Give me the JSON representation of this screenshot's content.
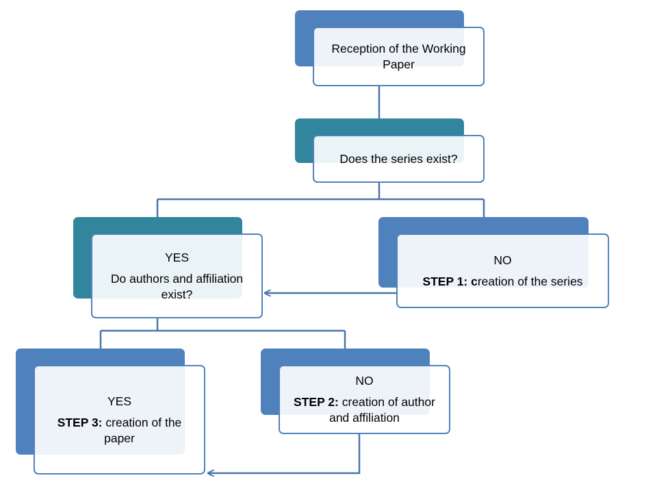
{
  "colors": {
    "blue": "#4f81bd",
    "teal": "#31859c",
    "connector": "#4a75aa"
  },
  "nodes": {
    "reception": {
      "text": "Reception of the Working Paper"
    },
    "series_check": {
      "text": "Does the series exist?"
    },
    "series_yes": {
      "answer": "YES",
      "question": "Do authors and affiliation exist?"
    },
    "series_no": {
      "answer": "NO",
      "step_label": "STEP 1: c",
      "step_text": "reation of the series"
    },
    "authors_yes": {
      "answer": "YES",
      "step_label": "STEP 3:",
      "step_text": " creation of the paper"
    },
    "authors_no": {
      "answer": "NO",
      "step_label": "STEP 2:",
      "step_text": " creation of author and affiliation"
    }
  },
  "edges": [
    {
      "from": "reception",
      "to": "series_check"
    },
    {
      "from": "series_check",
      "to": "series_yes"
    },
    {
      "from": "series_check",
      "to": "series_no"
    },
    {
      "from": "series_no",
      "to": "series_yes",
      "arrow": true
    },
    {
      "from": "series_yes",
      "to": "authors_yes"
    },
    {
      "from": "series_yes",
      "to": "authors_no"
    },
    {
      "from": "authors_no",
      "to": "authors_yes",
      "arrow": true
    }
  ]
}
